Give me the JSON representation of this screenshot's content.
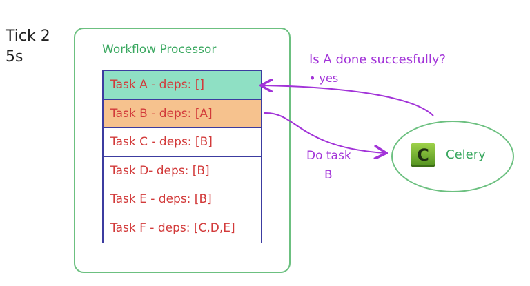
{
  "tick": {
    "title": "Tick 2",
    "time": "5s"
  },
  "processor": {
    "title": "Workflow Processor",
    "tasks": [
      {
        "label": "Task A - deps: []",
        "state": "done",
        "color": "#8fe0c4"
      },
      {
        "label": "Task B - deps: [A]",
        "state": "running",
        "color": "#f6c28e"
      },
      {
        "label": "Task C - deps: [B]",
        "state": "pending",
        "color": "#ffffff"
      },
      {
        "label": "Task D- deps: [B]",
        "state": "pending",
        "color": "#ffffff"
      },
      {
        "label": "Task E - deps: [B]",
        "state": "pending",
        "color": "#ffffff"
      },
      {
        "label": "Task F - deps: [C,D,E]",
        "state": "pending",
        "color": "#ffffff"
      }
    ]
  },
  "messages": {
    "question": "Is A done succesfully?",
    "answer": "• yes",
    "command_line1": "Do task",
    "command_line2": "B"
  },
  "celery": {
    "label": "Celery",
    "logo_letter": "C"
  },
  "colors": {
    "green": "#6cc080",
    "purple": "#a233d8",
    "red": "#d23a3a",
    "blue": "#3c3ca0"
  }
}
